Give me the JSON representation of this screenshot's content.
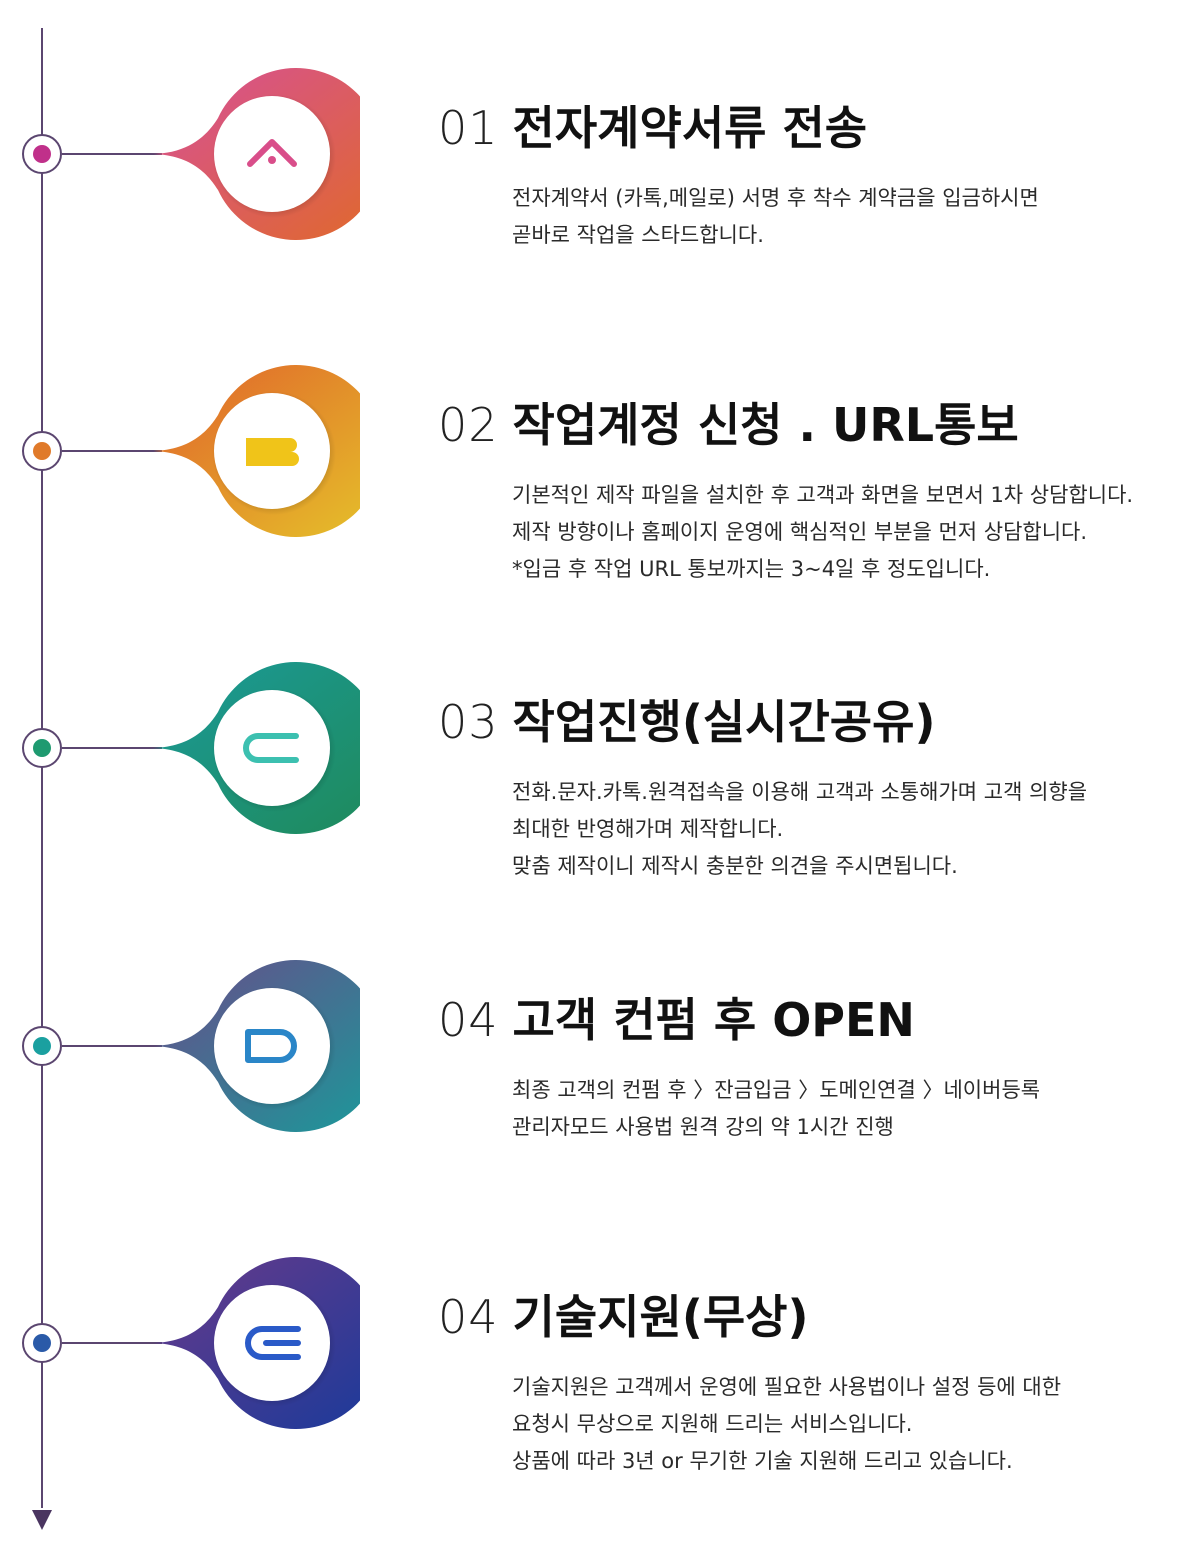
{
  "steps": [
    {
      "number": "01",
      "title": "전자계약서류 전송",
      "icon": "letter-a-icon",
      "colors": {
        "start": "#d64f9a",
        "end": "#e0692b",
        "dot": "#c0308a",
        "glyph": "#d94e8a"
      },
      "lines": [
        "전자계약서 (카톡,메일로) 서명 후 착수 계약금을 입금하시면",
        "곧바로 작업을 스타드합니다."
      ]
    },
    {
      "number": "02",
      "title": "작업계정 신청 . URL통보",
      "icon": "letter-b-icon",
      "colors": {
        "start": "#e0602b",
        "end": "#e5c22a",
        "dot": "#e07a2a",
        "glyph": "#f0c419"
      },
      "lines": [
        "기본적인 제작 파일을 설치한 후 고객과 화면을 보면서 1차 상담합니다.",
        "제작 방향이나 홈페이지 운영에 핵심적인 부분을 먼저 상담합니다.",
        "*입금 후 작업 URL 통보까지는 3~4일 후  정도입니다."
      ]
    },
    {
      "number": "03",
      "title": "작업진행(실시간공유)",
      "icon": "letter-c-icon",
      "colors": {
        "start": "#1a9a9a",
        "end": "#1f8a5a",
        "dot": "#1e9a70",
        "glyph": "#3cc0b0"
      },
      "lines": [
        "전화.문자.카톡.원격접속을 이용해 고객과 소통해가며 고객 의향을",
        "최대한 반영해가며 제작합니다.",
        "맞춤 제작이니 제작시 충분한 의견을 주시면됩니다."
      ]
    },
    {
      "number": "04",
      "title": "고객 컨펌 후 OPEN",
      "icon": "letter-d-icon",
      "colors": {
        "start": "#6a4a8a",
        "end": "#1a9a9a",
        "dot": "#1aa0a0",
        "glyph": "#2a86c8"
      },
      "lines": [
        "최종 고객의 컨펌 후 〉잔금입금 〉도메인연결 〉네이버등록",
        "관리자모드 사용법 원격 강의 약 1시간 진행"
      ]
    },
    {
      "number": "04",
      "title": "기술지원(무상)",
      "icon": "letter-e-icon",
      "colors": {
        "start": "#6a3a8a",
        "end": "#1a3a9a",
        "dot": "#2a5aa8",
        "glyph": "#2a5ac8"
      },
      "lines": [
        "기술지원은 고객께서 운영에 필요한 사용법이나 설정 등에 대한",
        "요청시 무상으로 지원해 드리는 서비스입니다.",
        "상품에 따라 3년 or 무기한 기술 지원해 드리고 있습니다."
      ]
    }
  ]
}
